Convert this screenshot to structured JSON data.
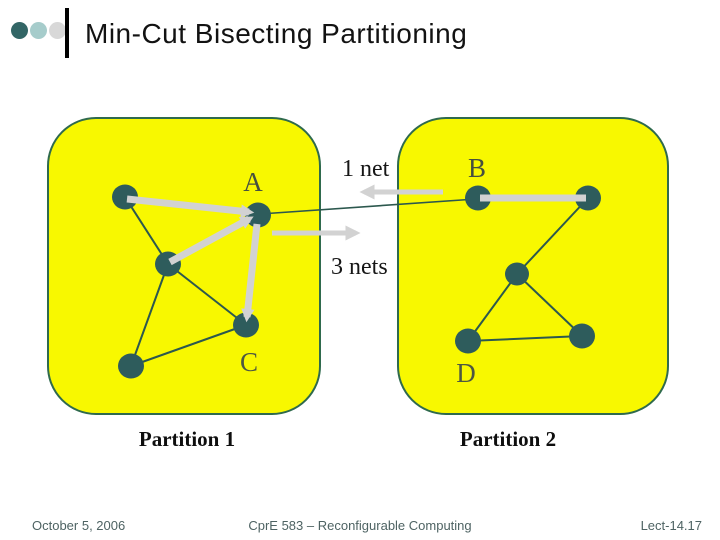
{
  "header": {
    "title": "Min-Cut Bisecting Partitioning"
  },
  "logo": {
    "dot_colors": [
      "#336666",
      "#a6cccb",
      "#d8d8d8"
    ]
  },
  "diagram": {
    "partition1_label": "Partition 1",
    "partition2_label": "Partition 2",
    "node_labels": {
      "a": "A",
      "b": "B",
      "c": "C",
      "d": "D"
    },
    "cut_annotations": {
      "one_net": "1 net",
      "three_nets": "3 nets"
    },
    "colors": {
      "partition_fill": "#f8f800",
      "partition_border": "#2f6a4d",
      "node": "#2e5c5c",
      "edge": "#2c584e",
      "highlight_net": "#d2d2d2"
    }
  },
  "footer": {
    "date": "October 5, 2006",
    "course": "CprE 583 – Reconfigurable Computing",
    "slide_number": "Lect-14.17"
  }
}
